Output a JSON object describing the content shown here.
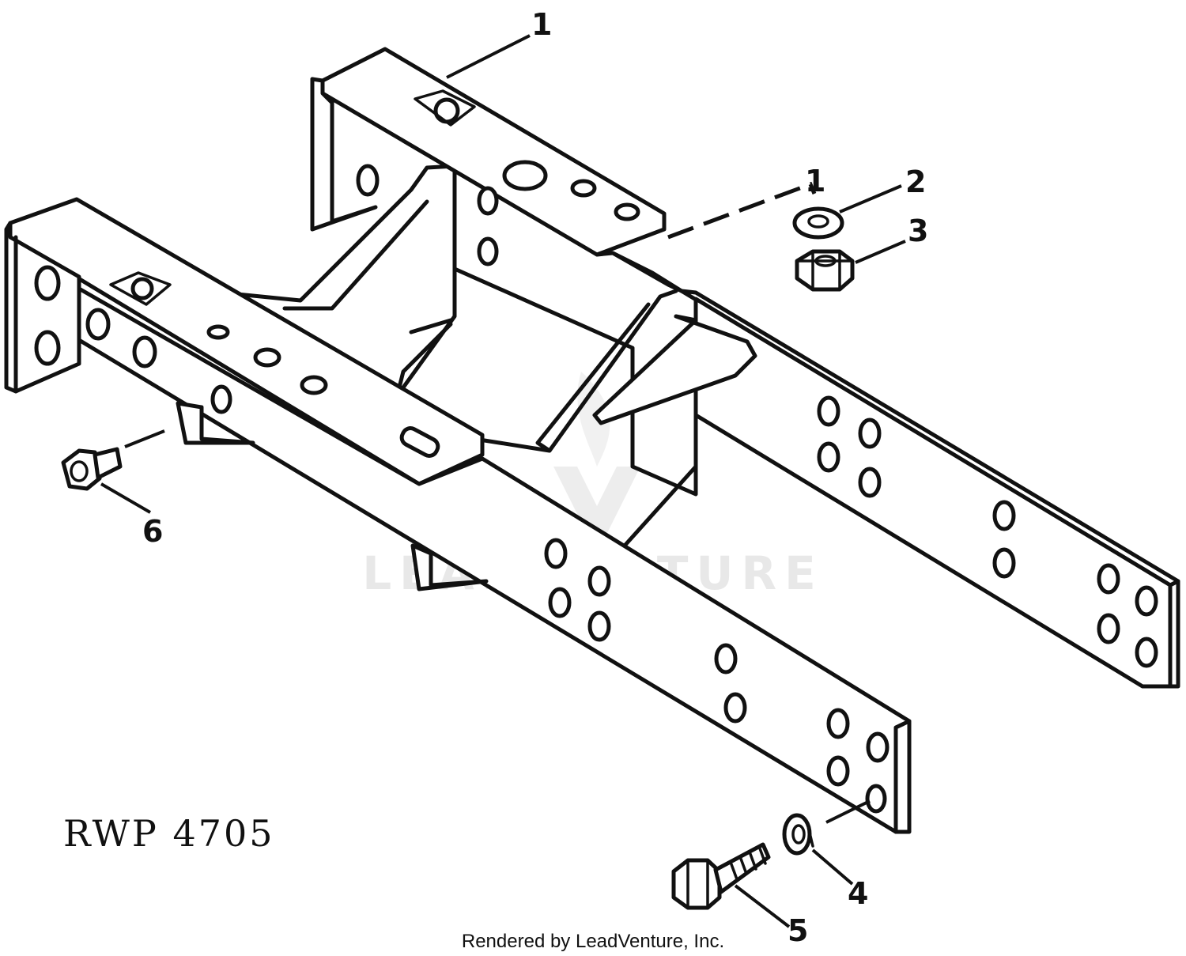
{
  "diagram": {
    "figure_id": "RWP 4705",
    "watermark": "LEADVENTURE",
    "footer": "Rendered by LeadVenture, Inc.",
    "callouts": [
      {
        "label": "1"
      },
      {
        "label": "1"
      },
      {
        "label": "2"
      },
      {
        "label": "3"
      },
      {
        "label": "4"
      },
      {
        "label": "5"
      },
      {
        "label": "6"
      }
    ]
  }
}
